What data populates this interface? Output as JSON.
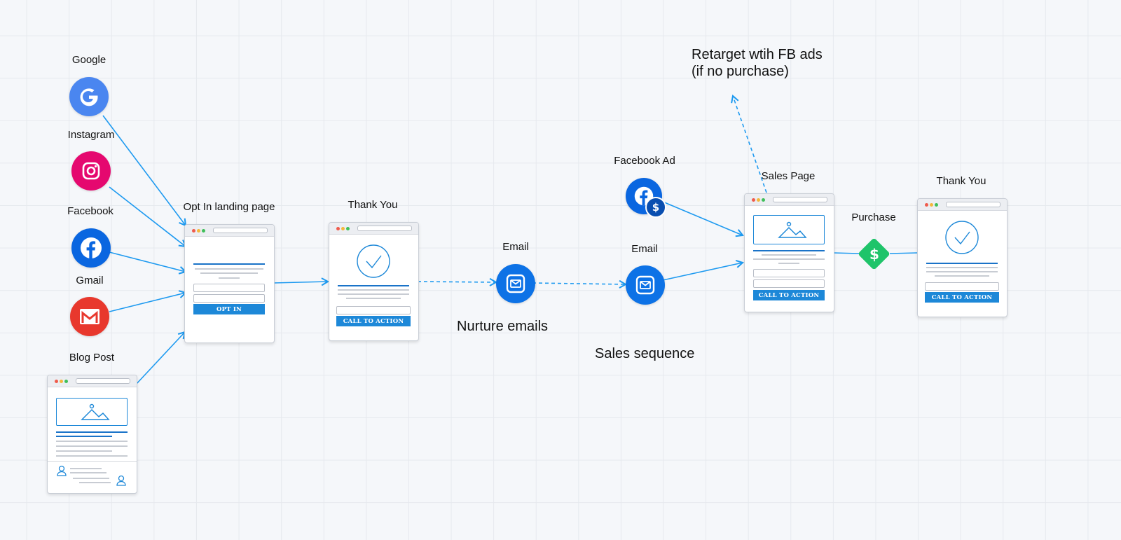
{
  "sources": {
    "google": {
      "label": "Google"
    },
    "instagram": {
      "label": "Instagram"
    },
    "facebook": {
      "label": "Facebook"
    },
    "gmail": {
      "label": "Gmail"
    },
    "blog_post": {
      "label": "Blog Post"
    }
  },
  "optin_page": {
    "label": "Opt In landing page",
    "button": "OPT IN"
  },
  "thank_you_1": {
    "label": "Thank You",
    "button": "CALL TO ACTION"
  },
  "email_1": {
    "label": "Email"
  },
  "nurture": {
    "label": "Nurture emails"
  },
  "facebook_ad": {
    "label": "Facebook Ad"
  },
  "email_2": {
    "label": "Email"
  },
  "sales_sequence": {
    "label": "Sales sequence"
  },
  "sales_page": {
    "label": "Sales Page",
    "button": "CALL TO ACTION"
  },
  "purchase": {
    "label": "Purchase"
  },
  "thank_you_2": {
    "label": "Thank You",
    "button": "CALL TO ACTION"
  },
  "retarget": {
    "line1": "Retarget wtih FB ads",
    "line2": "(if no purchase)"
  },
  "colors": {
    "arrow": "#1e9af0",
    "google": "#4a86f0",
    "instagram": "#e5086f",
    "facebook": "#0a66e0",
    "gmail": "#e8382d",
    "email": "#0d72e6",
    "purchase": "#1fc46a",
    "cta": "#1d88d8"
  }
}
